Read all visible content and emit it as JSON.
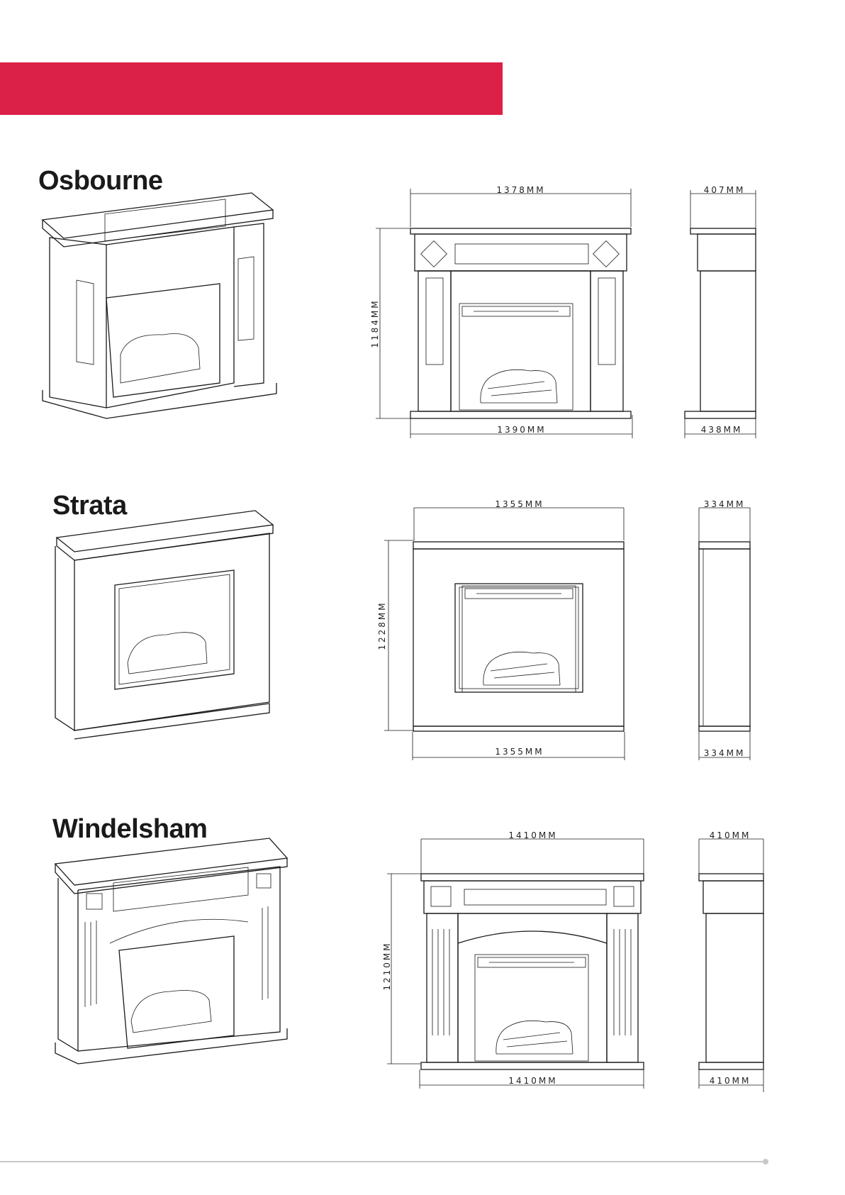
{
  "page": {
    "banner_color": "#dc2148"
  },
  "products": [
    {
      "name": "Osbourne",
      "dimensions": {
        "top_width": "1378MM",
        "bottom_width": "1390MM",
        "height": "1184MM",
        "depth_top": "407MM",
        "depth_bottom": "438MM"
      }
    },
    {
      "name": "Strata",
      "dimensions": {
        "top_width": "1355MM",
        "bottom_width": "1355MM",
        "height": "1228MM",
        "depth_top": "334MM",
        "depth_bottom": "334MM"
      }
    },
    {
      "name": "Windelsham",
      "dimensions": {
        "top_width": "1410MM",
        "bottom_width": "1410MM",
        "height": "1210MM",
        "depth_top": "410MM",
        "depth_bottom": "410MM"
      }
    }
  ]
}
